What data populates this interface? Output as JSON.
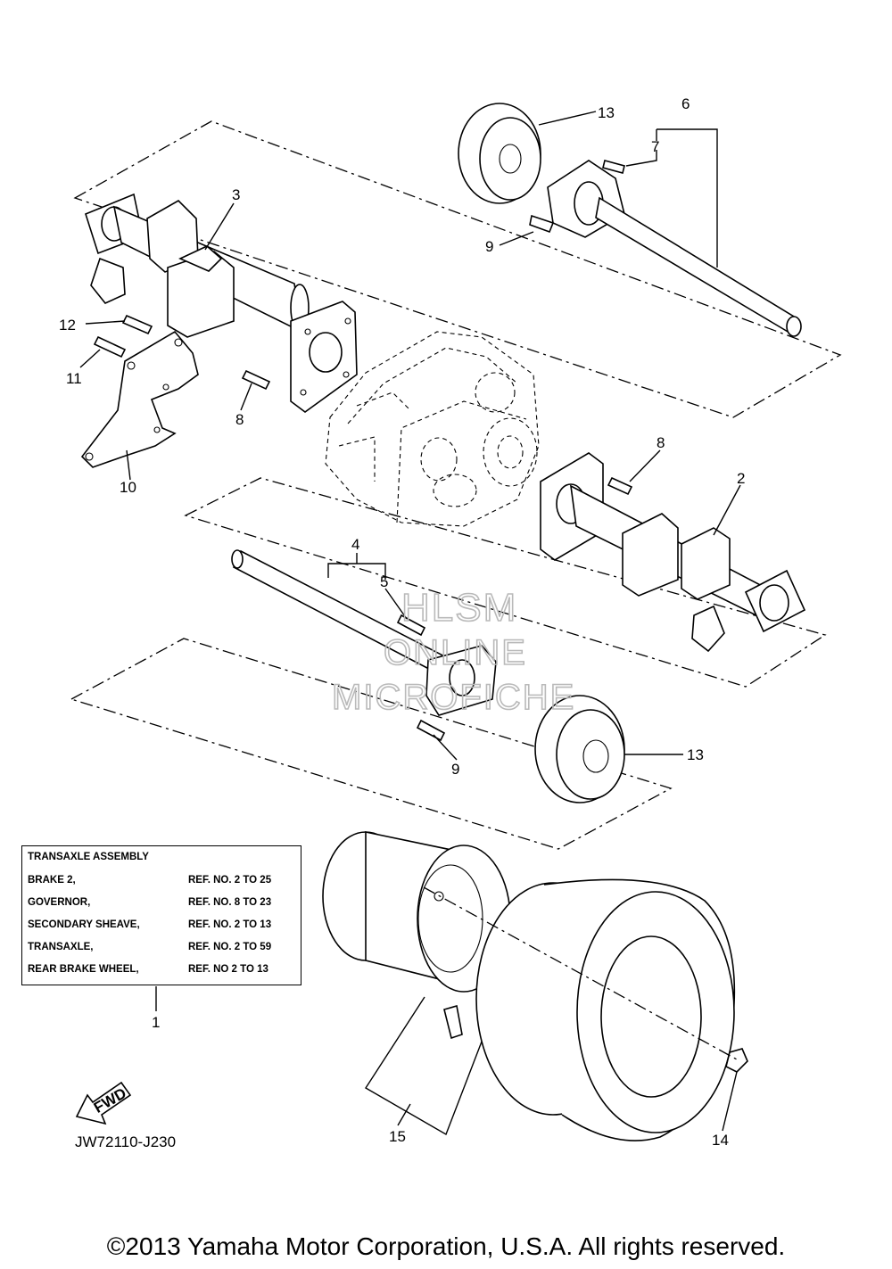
{
  "callouts": {
    "c1": "1",
    "c2": "2",
    "c3": "3",
    "c4": "4",
    "c5": "5",
    "c6": "6",
    "c7": "7",
    "c8a": "8",
    "c8b": "8",
    "c9a": "9",
    "c9b": "9",
    "c10": "10",
    "c11": "11",
    "c12": "12",
    "c13a": "13",
    "c13b": "13",
    "c14": "14",
    "c15": "15"
  },
  "legend": {
    "title": "TRANSAXLE ASSEMBLY",
    "rows": [
      {
        "name": "BRAKE 2,",
        "ref": "REF. NO. 2 TO 25"
      },
      {
        "name": "GOVERNOR,",
        "ref": "REF. NO. 8 TO 23"
      },
      {
        "name": "SECONDARY SHEAVE,",
        "ref": "REF. NO. 2 TO 13"
      },
      {
        "name": "TRANSAXLE,",
        "ref": "REF. NO. 2 TO 59"
      },
      {
        "name": "REAR BRAKE WHEEL,",
        "ref": "REF. NO 2 TO 13"
      }
    ]
  },
  "fwd_label": "FWD",
  "diagram_code": "JW72110-J230",
  "watermark": {
    "line1": "HLSM",
    "line2": "ONLINE",
    "line3": "MICROFICHE"
  },
  "copyright": "©2013 Yamaha Motor Corporation, U.S.A. All rights reserved."
}
